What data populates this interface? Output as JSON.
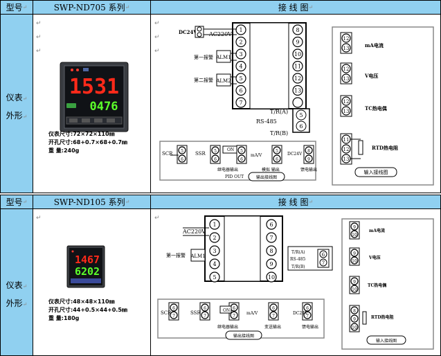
{
  "header1": {
    "model_label": "型号",
    "series": "SWP-ND705 系列",
    "wiring": "接 线 图"
  },
  "header2": {
    "model_label": "型号",
    "series": "SWP-ND105 系列",
    "wiring": "接 线 图"
  },
  "side_label": {
    "line1": "仪表",
    "line2": "外形"
  },
  "nd705": {
    "display_top": "1531",
    "display_bottom": "0476",
    "spec_size": "仪表尺寸:72×72×110㎜",
    "spec_cut": "开孔尺寸:68+0.7×68+0.7㎜",
    "spec_weight": "重     量:240g",
    "power_dc": "DC24V",
    "power_ac": "AC220V",
    "alarm1_label": "第一报警",
    "alarm1": "ALM1",
    "alarm2_label": "第二报警",
    "alarm2": "ALM2",
    "left_terms": [
      "1",
      "2",
      "3",
      "4",
      "5",
      "6",
      "7"
    ],
    "right_terms": [
      "8",
      "9",
      "10",
      "11",
      "12",
      "13",
      ""
    ],
    "tr_a": "T/R(A)",
    "rs485": "RS-485",
    "tr_b": "T/R(B)",
    "tr_a_num": "5",
    "tr_b_num": "6",
    "out_scr": "SCR",
    "out_ssr": "SSR",
    "out_on": "ON",
    "out_ma": "mA/V",
    "out_dc": "DC24V",
    "out_relay": "继电器输出",
    "out_pid": "PID OUT",
    "out_analog": "模拟 输出",
    "out_feed": "馈电输出",
    "out_caption": "输出接线图",
    "in_ma": "mA电流",
    "in_v": "V电压",
    "in_tc": "TC热电偶",
    "in_rtd": "RTD热电阻",
    "in_caption": "输入接线图",
    "in_nums": [
      "12",
      "13",
      "12",
      "13",
      "12",
      "13",
      "11",
      "12",
      "13"
    ],
    "out_nums": [
      "5",
      "6",
      "5",
      "6",
      "5",
      "6",
      "5",
      "6",
      "8",
      "9"
    ]
  },
  "nd105": {
    "display_top": "1467",
    "display_bottom": "6202",
    "spec_size": "仪表尺寸:48×48×110㎜",
    "spec_cut": "开孔尺寸:44+0.5×44+0.5㎜",
    "spec_weight": "重     量:180g",
    "power_ac": "AC220V",
    "alarm1_label": "第一报警",
    "alarm1": "ALM1",
    "left_terms": [
      "1",
      "2",
      "3",
      "4",
      "5"
    ],
    "right_terms": [
      "6",
      "7",
      "8",
      "9",
      "10"
    ],
    "tr_a": "T/R(A)",
    "rs485": "RS-485",
    "tr_b": "T/R(B)",
    "tr_a_num": "6",
    "tr_b_num": "7",
    "out_scr": "SCR",
    "out_ssr": "SSR",
    "out_on": "ON",
    "out_ma": "mA/V",
    "out_dc": "DC24V",
    "out_relay": "继电器输出",
    "out_analog": "变送输出",
    "out_feed": "馈电输出",
    "out_caption": "输出接线图",
    "in_ma": "mA电流",
    "in_v": "V电压",
    "in_tc": "TC热电偶",
    "in_rtd": "RTD热电阻",
    "in_caption": "输入接线图",
    "in_nums": [
      "9",
      "10",
      "9",
      "10",
      "9",
      "10",
      "8",
      "9",
      "10"
    ],
    "out_nums": [
      "6",
      "7",
      "6",
      "7",
      "6",
      "7",
      "6",
      "7",
      "6",
      "7"
    ]
  }
}
